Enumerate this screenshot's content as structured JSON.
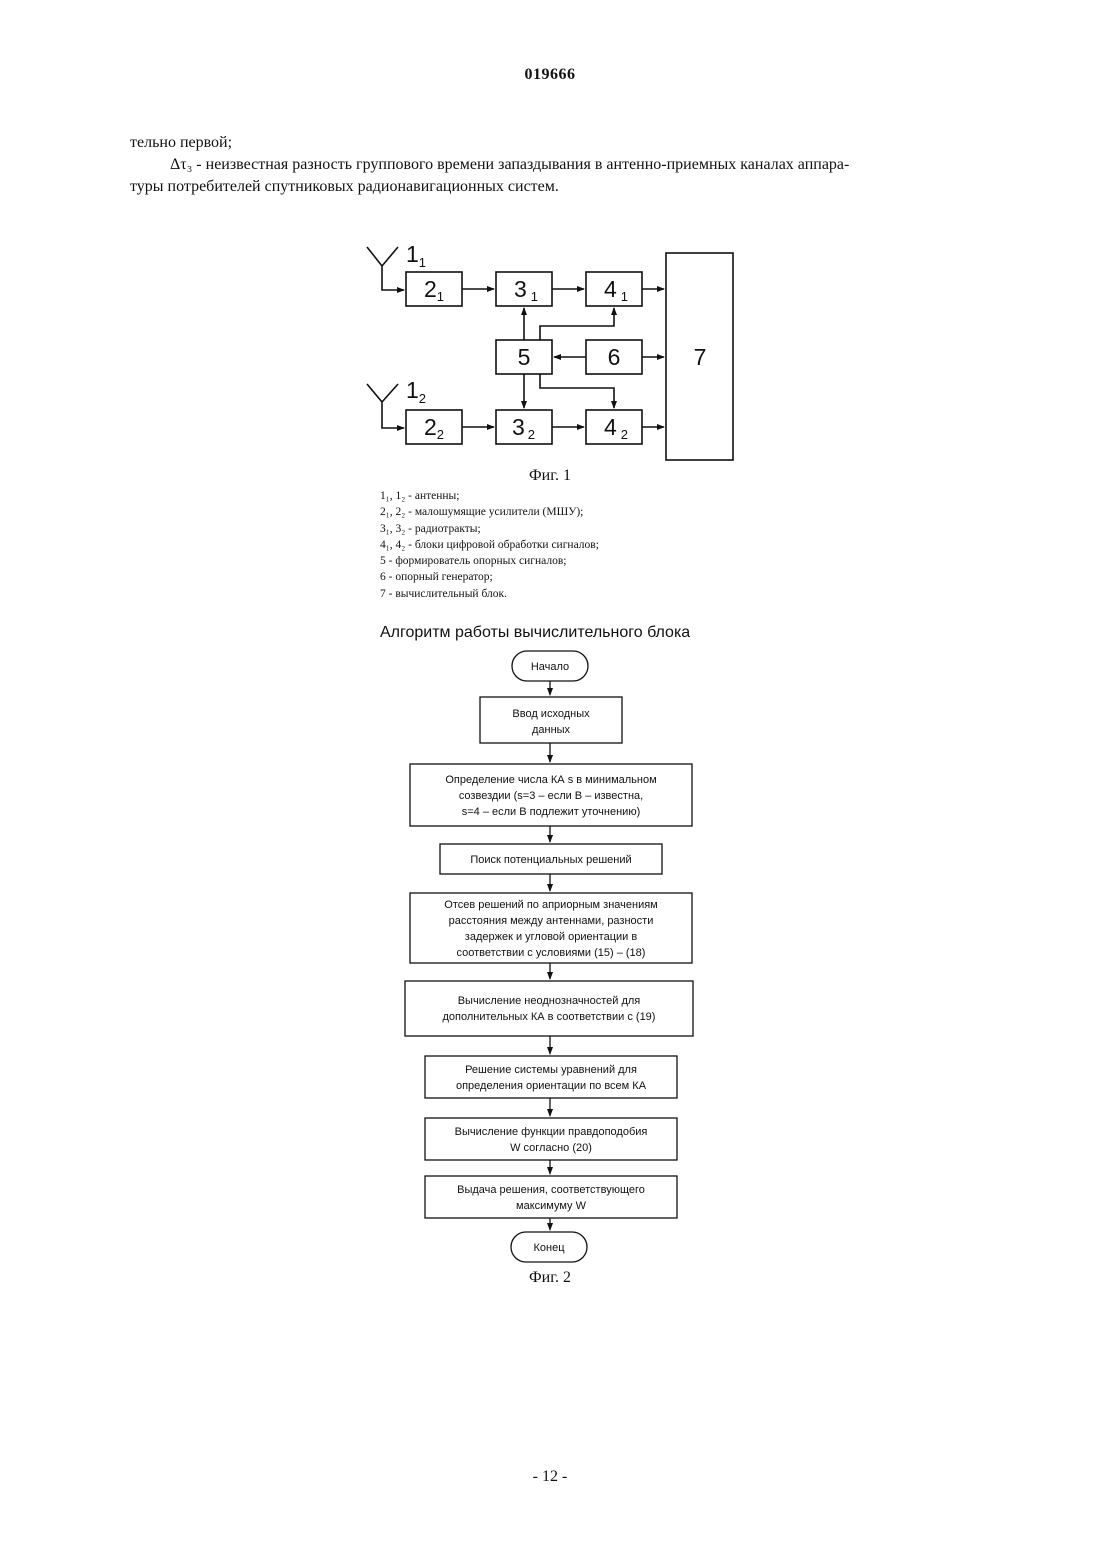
{
  "header": {
    "doc_number": "019666"
  },
  "text": {
    "line1": "тельно первой;",
    "para2_main": "Δτ₃ - неизвестная разность группового времени запаздывания в антенно-приемных каналах аппара-",
    "para2_tail": "туры потребителей спутниковых радионавигационных систем."
  },
  "fig1": {
    "caption": "Фиг. 1",
    "blocks": {
      "antenna1": "1",
      "antenna1_sub": "1",
      "antenna2": "1",
      "antenna2_sub": "2",
      "b2_1": "2",
      "b2_1_sub": "1",
      "b3_1": "3",
      "b3_1_sub": "1",
      "b4_1": "4",
      "b4_1_sub": "1",
      "b2_2": "2",
      "b2_2_sub": "2",
      "b3_2": "3",
      "b3_2_sub": "2",
      "b4_2": "4",
      "b4_2_sub": "2",
      "b5": "5",
      "b6": "6",
      "b7": "7"
    },
    "legend": [
      "1₁, 1₂ - антенны;",
      "2₁, 2₂ - малошумящие усилители (МШУ);",
      "3₁, 3₂ - радиотракты;",
      "4₁, 4₂ - блоки цифровой обработки сигналов;",
      "5 - формирователь опорных сигналов;",
      "6 - опорный генератор;",
      "7 - вычислительный блок."
    ]
  },
  "fig2": {
    "title": "Алгоритм работы вычислительного блока",
    "caption": "Фиг. 2",
    "start": "Начало",
    "end": "Конец",
    "steps": [
      {
        "lines": [
          "Ввод исходных",
          "данных"
        ]
      },
      {
        "lines": [
          "Определение числа КА s в минимальном",
          "созвездии (s=3 – если B – известна,",
          "s=4 – если B подлежит уточнению)"
        ]
      },
      {
        "lines": [
          "Поиск потенциальных решений"
        ]
      },
      {
        "lines": [
          "Отсев решений по априорным значениям",
          "расстояния между антеннами, разности",
          "задержек и угловой ориентации в",
          "соответствии с условиями (15) – (18)"
        ]
      },
      {
        "lines": [
          "Вычисление неоднозначностей для",
          "дополнительных КА в соответствии с (19)"
        ]
      },
      {
        "lines": [
          "Решение системы уравнений для",
          "определения ориентации по всем КА"
        ]
      },
      {
        "lines": [
          "Вычисление функции правдоподобия",
          "W согласно (20)"
        ]
      },
      {
        "lines": [
          "Выдача решения, соответствующего",
          "максимуму W"
        ]
      }
    ]
  },
  "footer": {
    "page": "- 12 -"
  }
}
